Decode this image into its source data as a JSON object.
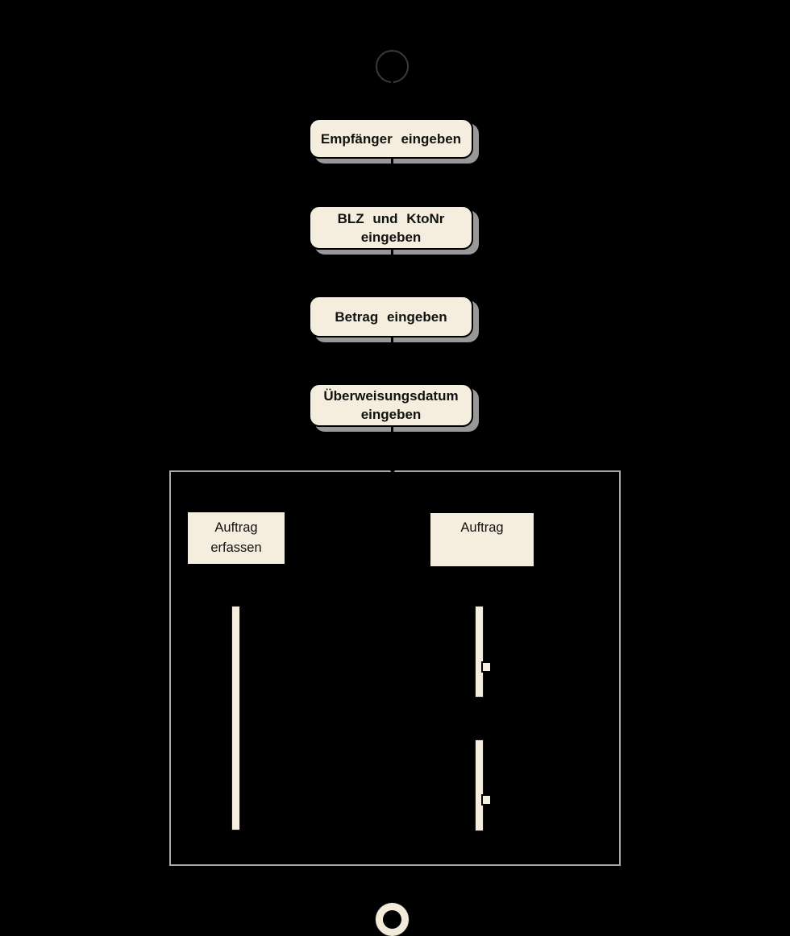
{
  "diagram": {
    "kind": "uml-activity-diagram-with-sequence-frame",
    "colors": {
      "background": "#000000",
      "node_fill": "#F5EEDE",
      "node_border": "#000000",
      "node_shadow": "#989898",
      "frame_border": "#A9A9A9",
      "final_ring_fill": "#F2EBDA"
    },
    "activities": [
      {
        "line1": "Empfänger eingeben"
      },
      {
        "line1": "BLZ und KtoNr",
        "line2": "eingeben"
      },
      {
        "line1": "Betrag eingeben"
      },
      {
        "line1": "Überweisungsdatum",
        "line2": "eingeben"
      }
    ],
    "frame": {
      "participants": [
        {
          "line1": "Auftrag",
          "line2": "erfassen"
        },
        {
          "line1": "Auftrag"
        }
      ]
    }
  }
}
